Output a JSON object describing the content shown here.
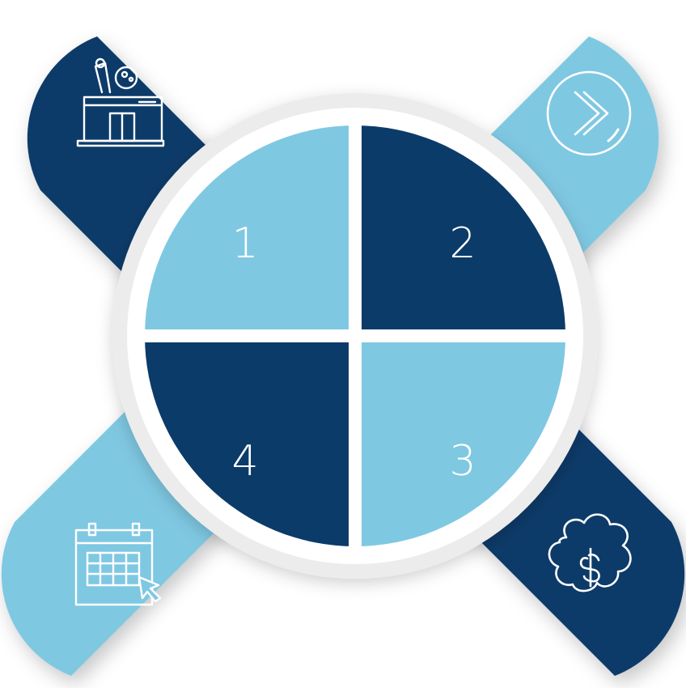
{
  "colors": {
    "dark": "#0b3b69",
    "light": "#7fc8e2",
    "divider": "#ffffff",
    "ring": "#ececec",
    "icon_stroke": "#ffffff"
  },
  "segments": [
    {
      "number": "1",
      "color_key": "light",
      "position": "top-left"
    },
    {
      "number": "2",
      "color_key": "dark",
      "position": "top-right"
    },
    {
      "number": "3",
      "color_key": "light",
      "position": "bottom-right"
    },
    {
      "number": "4",
      "color_key": "dark",
      "position": "bottom-left"
    }
  ],
  "petals": [
    {
      "icon": "stand-up-comedy-icon",
      "color_key": "dark",
      "position": "top-left"
    },
    {
      "icon": "forward-chevron-icon",
      "color_key": "light",
      "position": "top-right"
    },
    {
      "icon": "money-brain-icon",
      "color_key": "dark",
      "position": "bottom-right"
    },
    {
      "icon": "calendar-click-icon",
      "color_key": "light",
      "position": "bottom-left"
    }
  ]
}
